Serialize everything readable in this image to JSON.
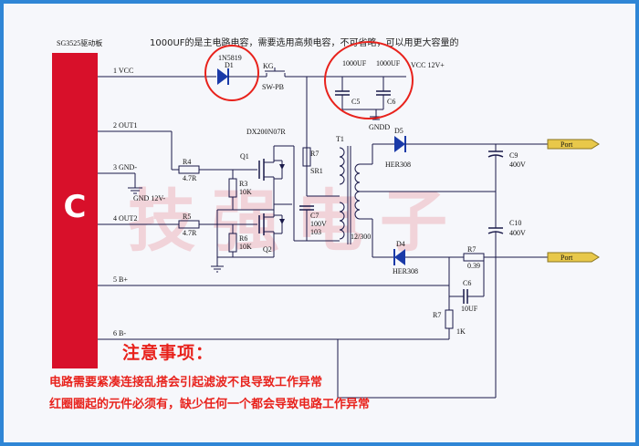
{
  "top_note": "1000UF的是主电路电容，需要选用高频电容，不可省略，可以用更大容量的",
  "board_label": "SG3525驱动板",
  "logo_letter": "C",
  "pins": [
    "1 VCC",
    "2 OUT1",
    "3 GND-",
    "4 OUT2",
    "5 B+",
    "6 B-"
  ],
  "components": {
    "d1_part": "1N5819",
    "d1": "D1",
    "kg": "KG",
    "sw": "SW-PB",
    "c5_val": "1000UF",
    "c6_val": "1000UF",
    "c5": "C5",
    "c6": "C6",
    "vcc": "VCC 12V+",
    "gndd": "GNDD",
    "gnd12": "GND 12V-",
    "mosfet": "DX200N07R",
    "q1": "Q1",
    "q2": "Q2",
    "r4": "R4",
    "r4_val": "4.7R",
    "r5": "R5",
    "r5_val": "4.7R",
    "r3": "R3",
    "r3_val": "10K",
    "r6": "R6",
    "r6_val": "10K",
    "r7a": "R7",
    "sr1": "SR1",
    "c7": "C7",
    "c7_v": "100V",
    "c7_val": "103",
    "t1": "T1",
    "t1_ratio": "12/300",
    "d5": "D5",
    "d5_part": "HER308",
    "d4": "D4",
    "d4_part": "HER308",
    "c9": "C9",
    "c9_v": "400V",
    "c10": "C10",
    "c10_v": "400V",
    "r7b": "R7",
    "r7b_val": "0.39",
    "c6b": "C6",
    "c6b_val": "10UF",
    "r7c": "R7",
    "r7c_val": "1K",
    "port1": "Port",
    "port2": "Port"
  },
  "watermark": "技强电子",
  "notes": {
    "title": "注意事项：",
    "line1": "电路需要紧凑连接乱搭会引起滤波不良导致工作异常",
    "line2": "红圈圈起的元件必须有，缺少任何一个都会导致电路工作异常"
  },
  "colors": {
    "frame": "#2f86d6",
    "red": "#e8221c",
    "board": "#d8102a",
    "port": "#e8c84a",
    "diode": "#1a3aa8"
  }
}
